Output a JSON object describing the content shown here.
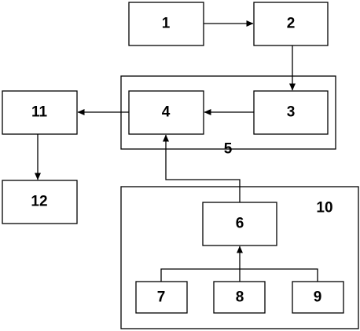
{
  "diagram": {
    "blocks": [
      {
        "id": "b1",
        "label": "1"
      },
      {
        "id": "b2",
        "label": "2"
      },
      {
        "id": "b3",
        "label": "3"
      },
      {
        "id": "b4",
        "label": "4"
      },
      {
        "id": "b6",
        "label": "6"
      },
      {
        "id": "b7",
        "label": "7"
      },
      {
        "id": "b8",
        "label": "8"
      },
      {
        "id": "b9",
        "label": "9"
      },
      {
        "id": "b11",
        "label": "11"
      },
      {
        "id": "b12",
        "label": "12"
      }
    ],
    "groups": [
      {
        "id": "g5",
        "label": "5",
        "contains": [
          "b3",
          "b4"
        ]
      },
      {
        "id": "g10",
        "label": "10",
        "contains": [
          "b6",
          "b7",
          "b8",
          "b9"
        ]
      }
    ],
    "edges": [
      {
        "from": "b1",
        "to": "b2"
      },
      {
        "from": "b2",
        "to": "b3"
      },
      {
        "from": "b3",
        "to": "b4"
      },
      {
        "from": "b4",
        "to": "b11"
      },
      {
        "from": "b11",
        "to": "b12"
      },
      {
        "from": "b6",
        "to": "b4"
      },
      {
        "from": "b7",
        "to": "b6"
      },
      {
        "from": "b8",
        "to": "b6"
      },
      {
        "from": "b9",
        "to": "b6"
      }
    ]
  }
}
